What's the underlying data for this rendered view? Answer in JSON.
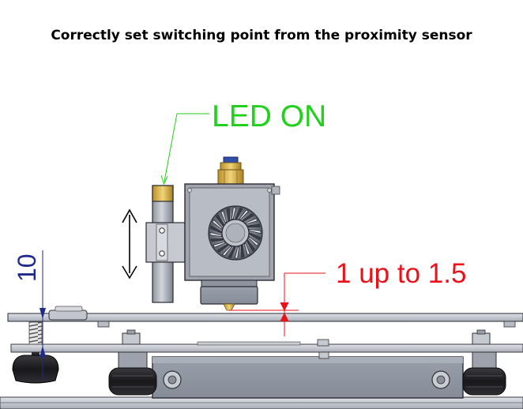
{
  "title": "Correctly set switching point from the proximity sensor",
  "annotations": {
    "led_label": "LED ON",
    "gap_label": "1 up to 1.5",
    "spring_dimension": "10"
  },
  "colors": {
    "led_callout": "#22d11b",
    "gap_callout": "#e8121a",
    "dimension": "#1f2a8c",
    "sensor_tip": "#c9a53a",
    "metal": "#b4b8c2",
    "metal_dark": "#6e7380",
    "outline": "#2b2b33"
  }
}
